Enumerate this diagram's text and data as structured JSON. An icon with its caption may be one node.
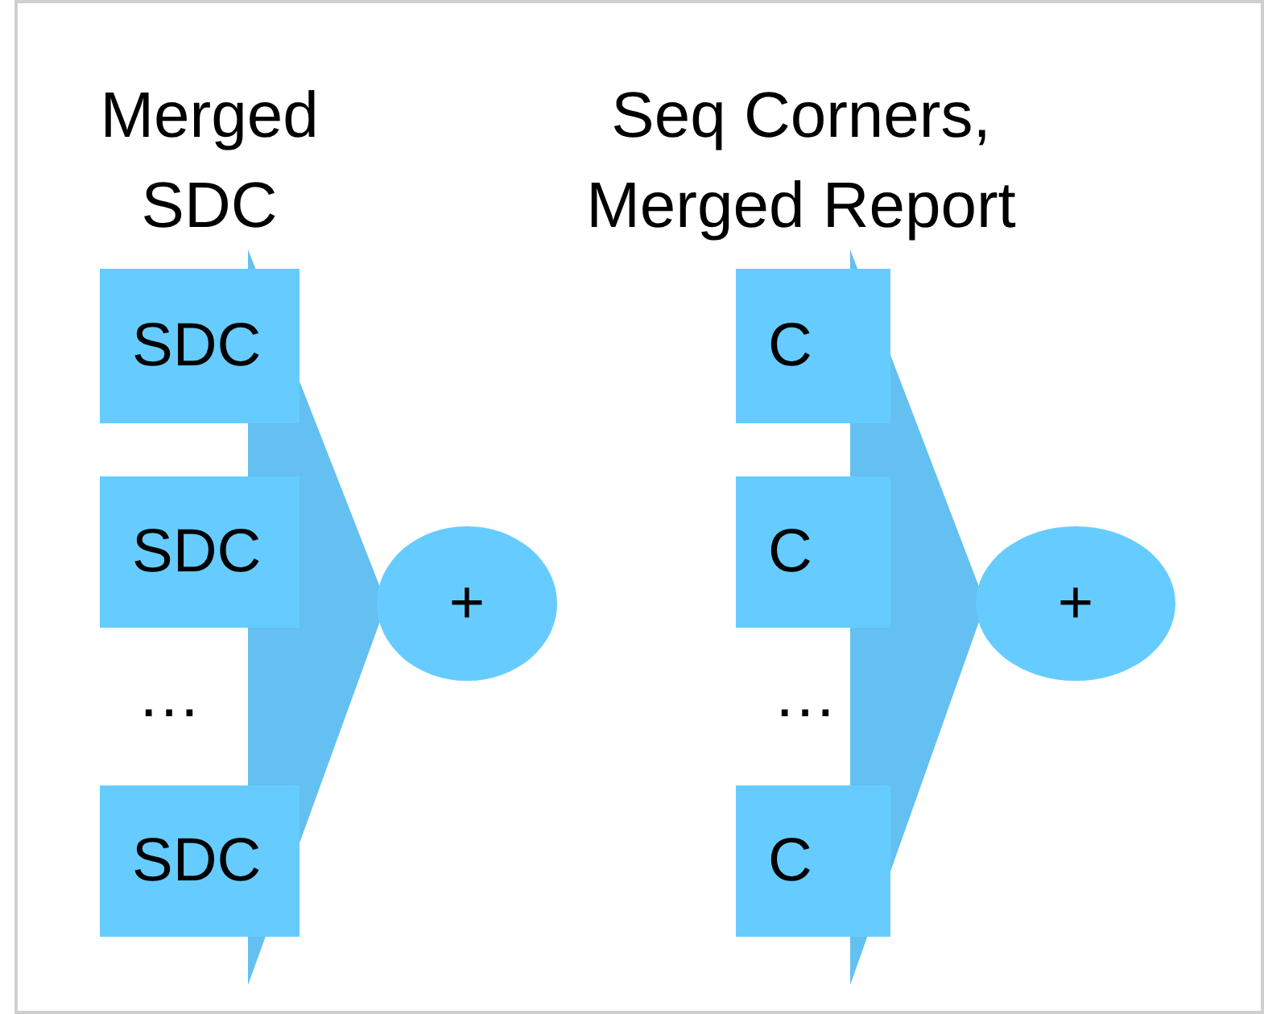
{
  "diagram": {
    "nodes": [
      {
        "text": [
          "SDC"
        ]
      },
      {
        "text": [
          "SDC"
        ]
      },
      {
        "text": [
          "SDC"
        ]
      },
      {
        "text": [
          "+"
        ]
      },
      {
        "text": [
          "C"
        ]
      },
      {
        "text": [
          "C"
        ]
      },
      {
        "text": [
          "C"
        ]
      },
      {
        "text": [
          "+"
        ]
      }
    ],
    "edges": [
      {
        "from": 0,
        "to": 3,
        "arrow": "none"
      },
      {
        "from": 1,
        "to": 3,
        "arrow": "none"
      },
      {
        "from": 2,
        "to": 3,
        "arrow": "none"
      },
      {
        "from": 4,
        "to": 7,
        "arrow": "none"
      },
      {
        "from": 5,
        "to": 7,
        "arrow": "none"
      },
      {
        "from": 6,
        "to": 7,
        "arrow": "none"
      }
    ],
    "labels": [
      "Merged SDC",
      "…",
      "Seq Corners, Merged Report",
      "…"
    ]
  }
}
